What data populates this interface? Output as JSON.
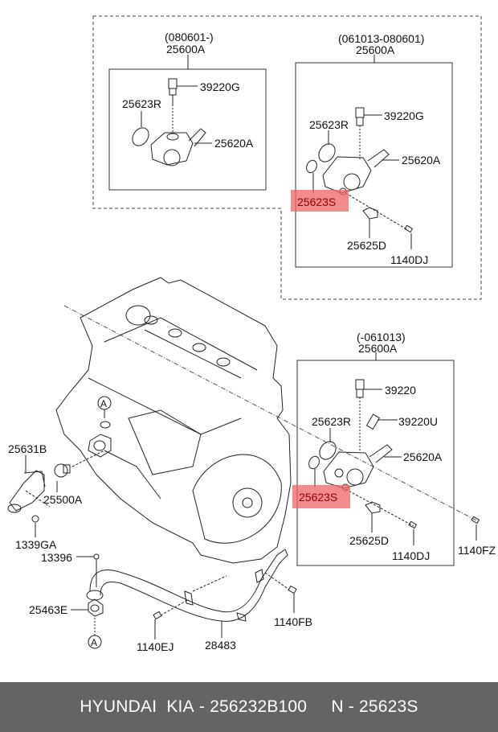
{
  "diagram": {
    "dashed_group": {
      "panels": [
        {
          "id": "panel-080601",
          "date_range": "(080601-)",
          "assembly": "25600A",
          "labels": {
            "sensor": "39220G",
            "oring_large": "25623R",
            "housing": "25620A"
          }
        },
        {
          "id": "panel-061013-080601",
          "date_range": "(061013-080601)",
          "assembly": "25600A",
          "labels": {
            "sensor": "39220G",
            "oring_large": "25623R",
            "housing": "25620A",
            "oring_small": "25623S",
            "bracket": "25625D",
            "bolt": "1140DJ"
          },
          "highlighted": "25623S"
        }
      ]
    },
    "lower_panel": {
      "date_range": "(-061013)",
      "assembly": "25600A",
      "labels": {
        "sensor1": "39220",
        "sensor2": "39220U",
        "oring_large": "25623R",
        "housing": "25620A",
        "oring_small": "25623S",
        "bracket": "25625D",
        "bolt": "1140DJ"
      },
      "highlighted": "25623S"
    },
    "outer_labels": {
      "bolt_fz": "1140FZ",
      "outlet": "25631B",
      "thermostat": "25500A",
      "nut_ga": "1339GA",
      "nut_13396": "13396",
      "gasket": "25463E",
      "ref_a_top": "A",
      "ref_a_bottom": "A",
      "bolt_ej": "1140EJ",
      "pipe": "28483",
      "bolt_fb": "1140FB"
    },
    "highlight_color": "#f06464"
  },
  "footer": {
    "brand": "HYUNDAI  KIA",
    "sep1": " - ",
    "oem_number": "256232B100",
    "gap": "     ",
    "n_prefix": "N",
    "sep2": " - ",
    "ref_number": "25623S"
  }
}
